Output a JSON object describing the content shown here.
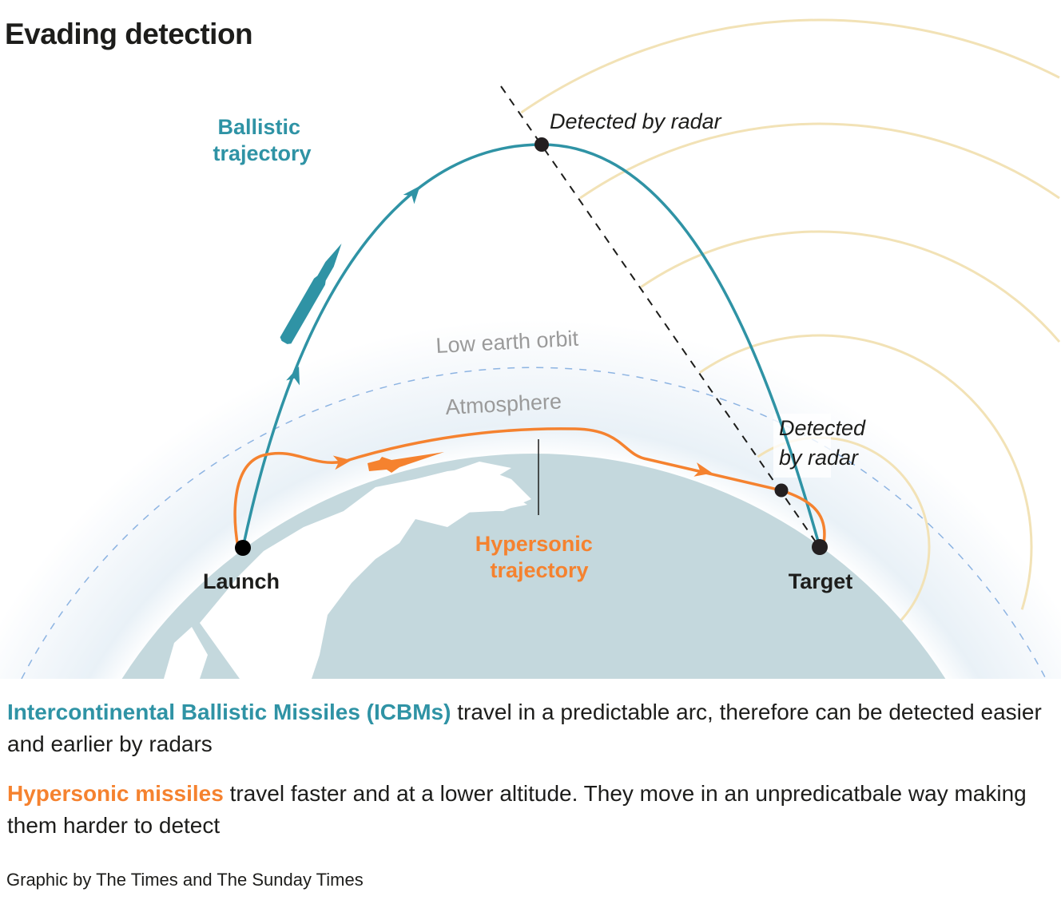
{
  "title": "Evading detection",
  "diagram": {
    "ballistic_label": [
      "Ballistic",
      "trajectory"
    ],
    "hypersonic_label": [
      "Hypersonic",
      "trajectory"
    ],
    "low_earth_orbit": "Low earth orbit",
    "atmosphere": "Atmosphere",
    "detected_top": "Detected by radar",
    "detected_low": [
      "Detected",
      "by radar"
    ],
    "launch": "Launch",
    "target": "Target"
  },
  "description": {
    "icbm_highlight": "Intercontinental Ballistic Missiles (ICBMs)",
    "icbm_text": " travel in a predictable arc, therefore can be detected easier and earlier by radars",
    "hyper_highlight": "Hypersonic missiles",
    "hyper_text": " travel faster and at a lower altitude. They move in an unpredicatbale way making them harder to detect"
  },
  "credit": "Graphic by The Times and The Sunday Times",
  "colors": {
    "teal": "#2f93a5",
    "orange": "#f5822f",
    "radar": "#f2e2b6",
    "earth": "#c4d8dd"
  }
}
